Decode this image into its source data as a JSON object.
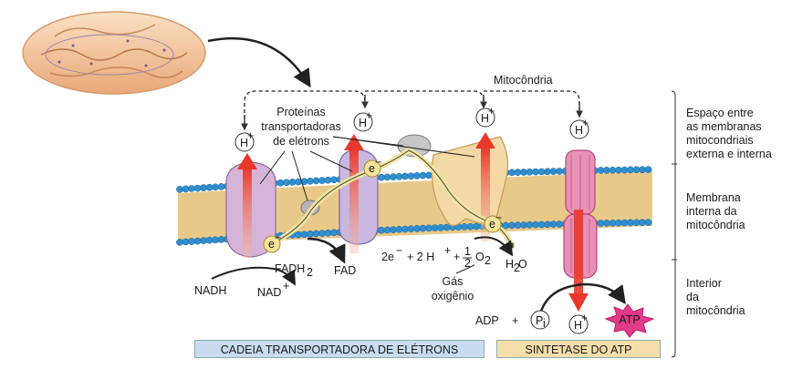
{
  "labels": {
    "mitochondrion": "Mitocôndria",
    "proteins": [
      "Proteínas",
      "transportadoras",
      "de elétrons"
    ],
    "nadh": "NADH",
    "nad": "NAD",
    "nad_sup": "+",
    "fadh": "FADH",
    "fadh_sub": "2",
    "fad": "FAD",
    "equation_a": "2e",
    "equation_minus": "−",
    "equation_b": "+ 2 H",
    "equation_plus": "+",
    "equation_c": "+",
    "half_num": "1",
    "half_den": "2",
    "o2": "O",
    "o2_sub": "2",
    "water_h": "H",
    "water_sub": "2",
    "water_o": "O",
    "gas": [
      "Gás",
      "oxigênio"
    ],
    "adp": "ADP",
    "adp_plus": "+",
    "pi": "P",
    "pi_sub": "i",
    "atp": "ATP",
    "electron": "e",
    "electron_sup": "−",
    "proton": "H",
    "proton_sup": "+"
  },
  "regions": {
    "intermembrane": [
      "Espaço entre",
      "as membranas",
      "mitocondriais",
      "externa e interna"
    ],
    "inner_membrane": [
      "Membrana",
      "interna da",
      "mitocôndria"
    ],
    "interior": [
      "Interior",
      "da",
      "mitocôndria"
    ]
  },
  "bars": {
    "chain": "CADEIA TRANSPORTADORA DE ELÉTRONS",
    "synthase": "SINTETASE DO ATP"
  },
  "colors": {
    "membrane_head": "#2f8fd0",
    "membrane_tail": "#e8c98a",
    "arrow_red": "#e8382a",
    "chain_bar": "#c9dcef",
    "synthase_bar": "#f6deaa",
    "atp_star": "#e23b8a"
  }
}
